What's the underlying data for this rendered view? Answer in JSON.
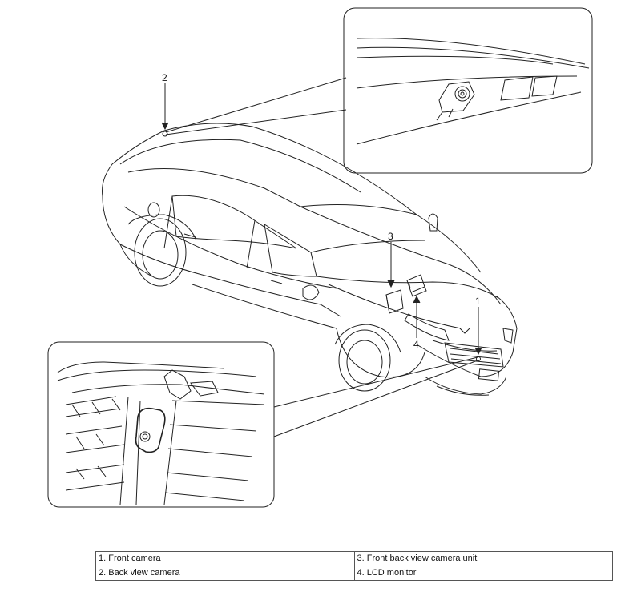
{
  "callouts": [
    "1",
    "2",
    "3",
    "4"
  ],
  "legend": {
    "rows": [
      [
        "1. Front camera",
        "3. Front back view camera unit"
      ],
      [
        "2. Back view camera",
        "4. LCD monitor"
      ]
    ]
  }
}
